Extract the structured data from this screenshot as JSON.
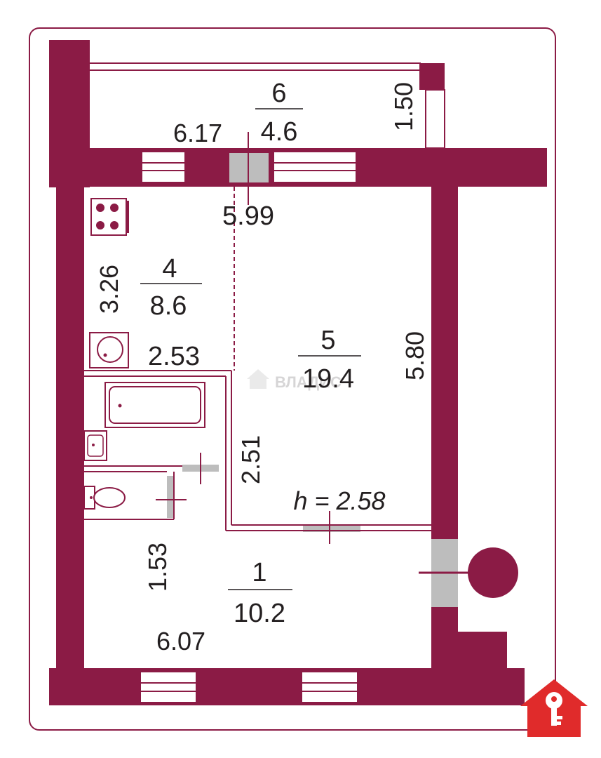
{
  "plan": {
    "colors": {
      "wall": "#8b1b45",
      "door": "#bdbdbd",
      "logo": "#e02b2b",
      "text": "#231f20"
    },
    "rooms": [
      {
        "id": "6",
        "number": "6",
        "area": "4.6"
      },
      {
        "id": "4",
        "number": "4",
        "area": "8.6"
      },
      {
        "id": "5",
        "number": "5",
        "area": "19.4"
      },
      {
        "id": "1",
        "number": "1",
        "area": "10.2"
      }
    ],
    "dimensions": {
      "balcony_length": "6.17",
      "balcony_depth": "1.50",
      "kitchen_living_width": "5.99",
      "kitchen_depth": "3.26",
      "kitchen_width": "2.53",
      "living_height": "5.80",
      "bath_depth": "2.51",
      "hall_depth": "1.53",
      "hall_width": "6.07"
    },
    "ceiling_height": "h = 2.58",
    "watermark": "ВЛАДИС",
    "logo_icon": "house-key-logo-icon"
  }
}
